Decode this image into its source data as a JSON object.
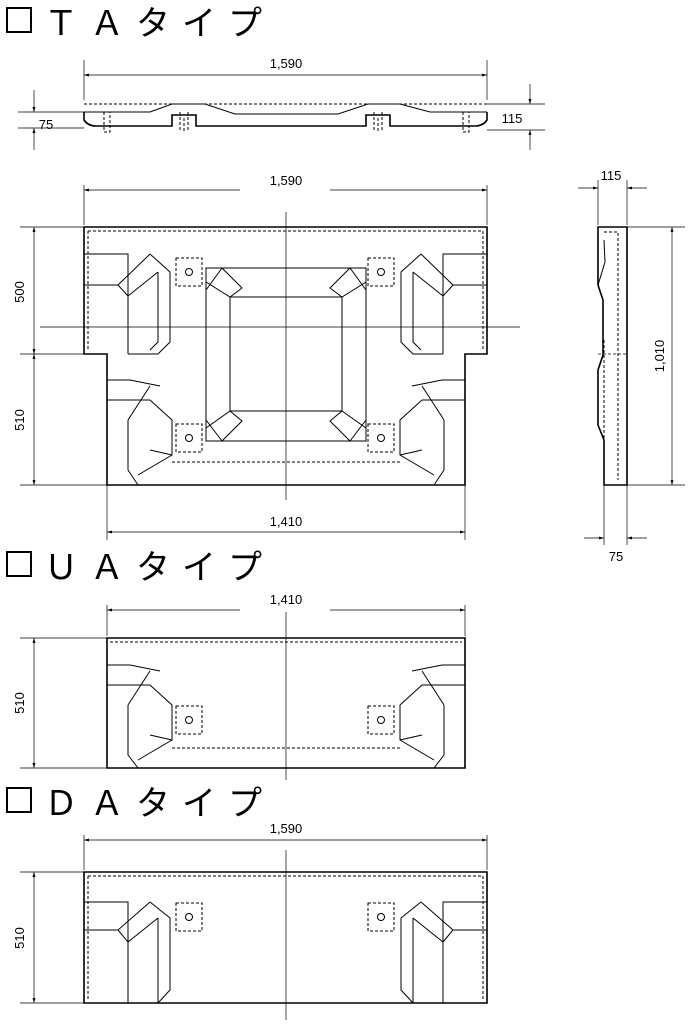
{
  "sections": [
    {
      "title": "ＴＡタイプ"
    },
    {
      "title": "ＵＡタイプ"
    },
    {
      "title": "ＤＡタイプ"
    }
  ],
  "ta": {
    "top_view": {
      "width_label": "1,590",
      "left_thickness_label": "75",
      "right_thickness_label": "115"
    },
    "plan_view": {
      "top_width_label": "1,590",
      "upper_height_label": "500",
      "lower_height_label": "510",
      "bottom_width_label": "1,410"
    },
    "side_view": {
      "top_thickness_label": "115",
      "height_label": "1,010",
      "bottom_thickness_label": "75"
    }
  },
  "ua": {
    "width_label": "1,410",
    "height_label": "510"
  },
  "da": {
    "width_label": "1,590",
    "height_label": "510"
  }
}
